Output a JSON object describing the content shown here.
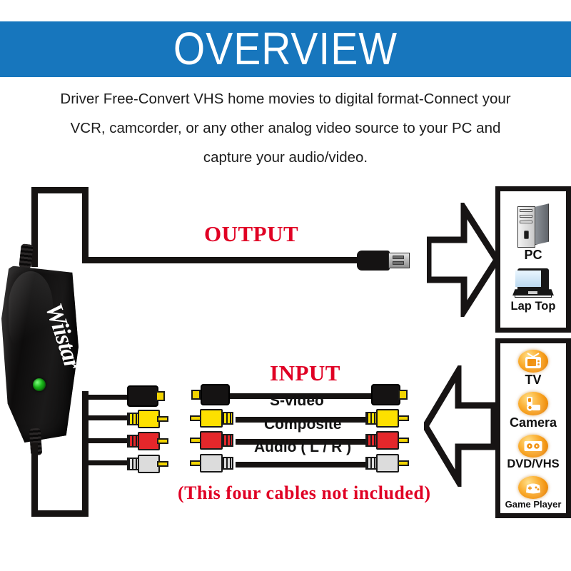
{
  "header": {
    "title": "OVERVIEW",
    "background_color": "#1776BD",
    "text_color": "#FFFFFF"
  },
  "intro": {
    "line1": "Driver Free-Convert VHS home movies to digital format-Connect your",
    "line2": "VCR, camcorder, or any other analog video source to your PC and",
    "line3": "capture your audio/video."
  },
  "diagram": {
    "output_label": "OUTPUT",
    "input_label": "INPUT",
    "disclaimer": "(This four cables not included)",
    "label_color": "#E00024",
    "device": {
      "brand": "Wiistar",
      "led_color": "#17B517",
      "body_color": "#0D0C0C"
    },
    "output_connector": "usb-a-plug",
    "cables": [
      {
        "name": "S-video",
        "label": "S-video",
        "color": "#151313",
        "color_name": "black"
      },
      {
        "name": "Composite",
        "label": "Composite",
        "color": "#FDE000",
        "color_name": "yellow"
      },
      {
        "name": "Audio Left",
        "label": "Audio ( L / R )",
        "color": "#E4272B",
        "color_name": "red"
      },
      {
        "name": "Audio Right",
        "label": "",
        "color": "#DCDCDC",
        "color_name": "white"
      }
    ],
    "destinations": {
      "output_box": [
        {
          "label": "PC",
          "icon": "pc-tower-icon"
        },
        {
          "label": "Lap Top",
          "icon": "laptop-icon"
        }
      ],
      "input_box": [
        {
          "label": "TV",
          "icon": "tv-icon"
        },
        {
          "label": "Camera",
          "icon": "camera-icon"
        },
        {
          "label": "DVD/VHS",
          "icon": "dvd-vhs-icon"
        },
        {
          "label": "Game Player",
          "icon": "game-player-icon"
        }
      ],
      "icon_color": "#FBB034"
    }
  }
}
